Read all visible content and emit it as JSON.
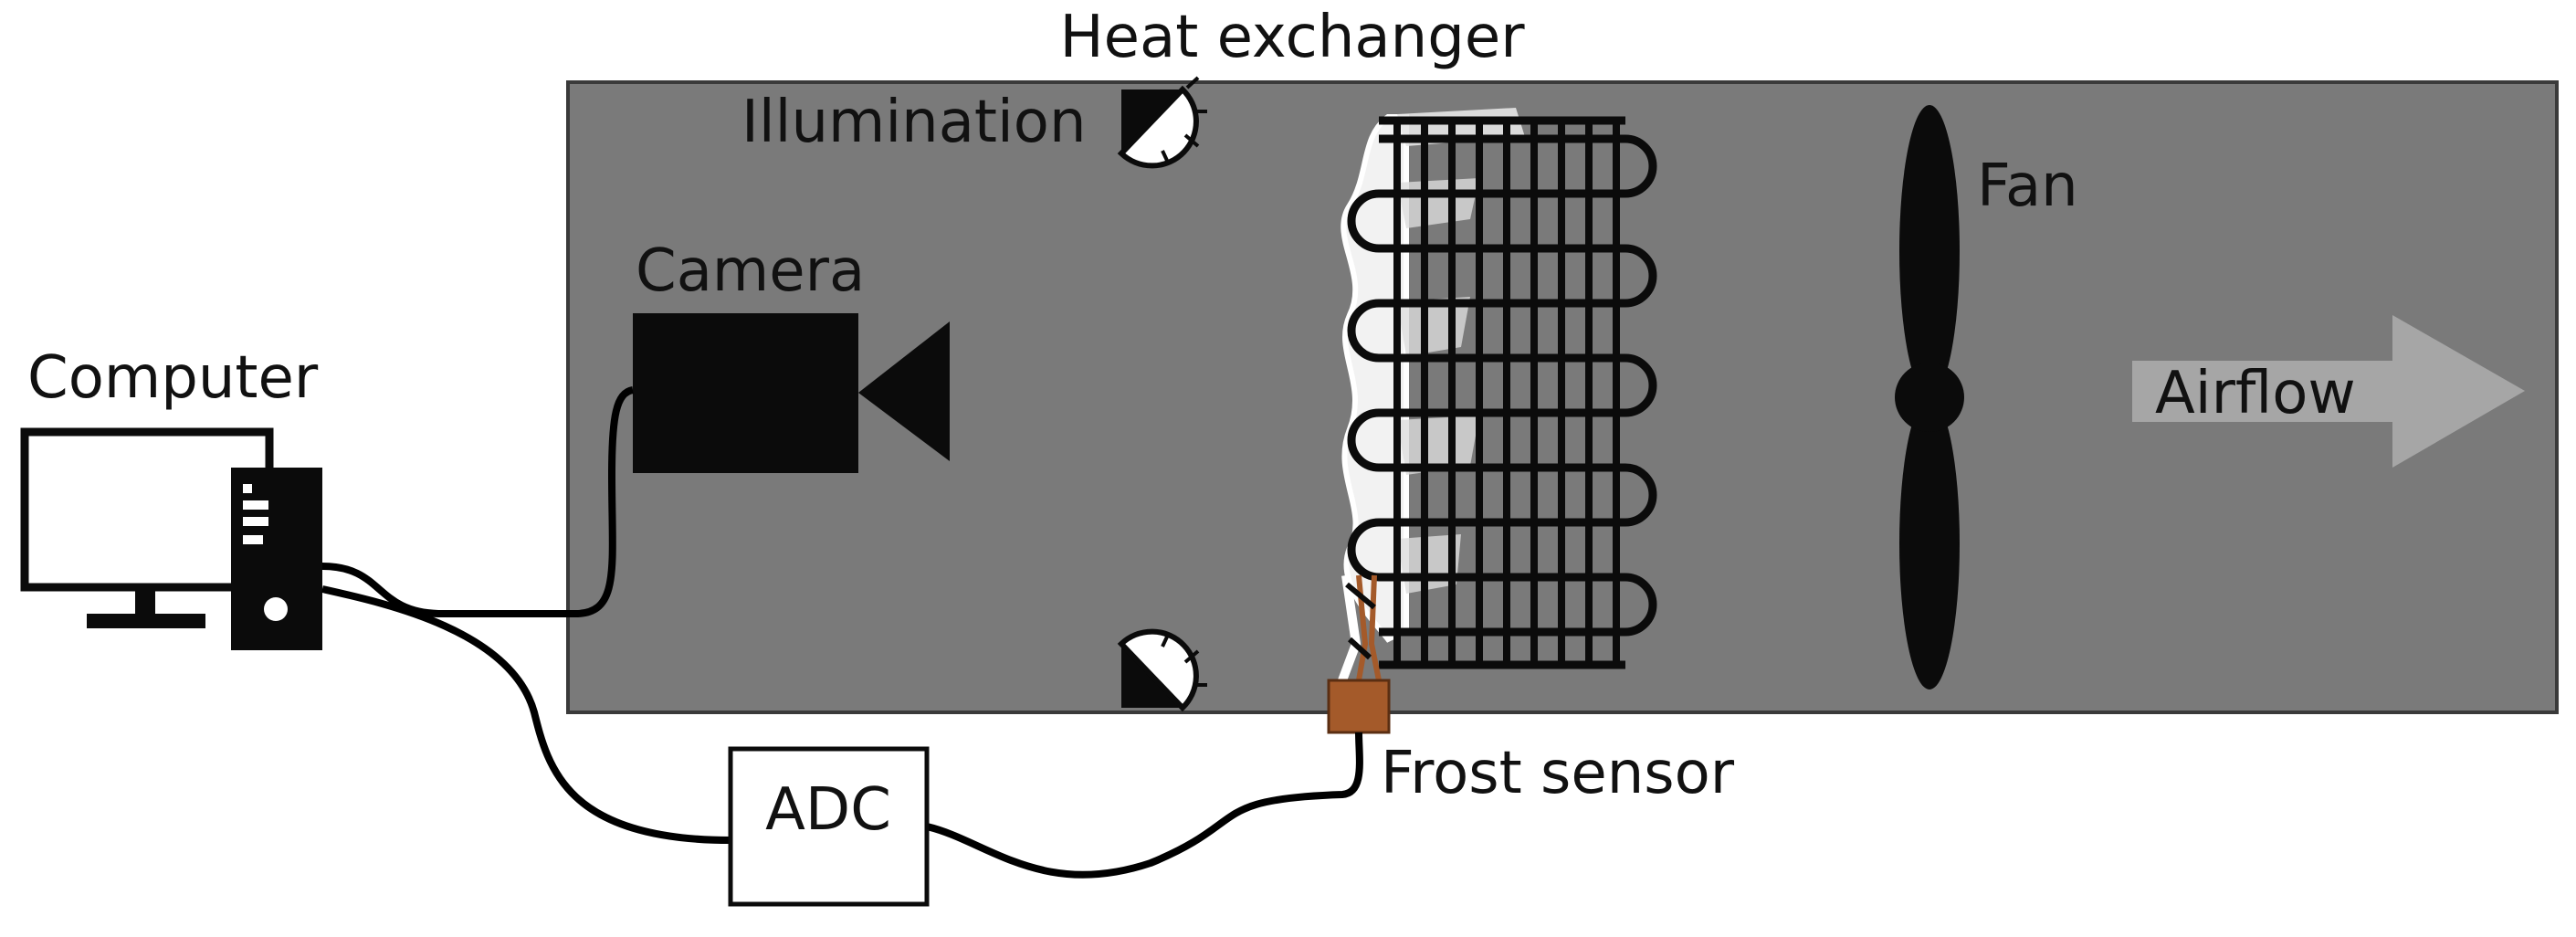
{
  "labels": {
    "heat_exchanger": "Heat exchanger",
    "illumination": "Illumination",
    "camera": "Camera",
    "fan": "Fan",
    "airflow": "Airflow",
    "computer": "Computer",
    "adc": "ADC",
    "frost_sensor": "Frost sensor"
  },
  "colors": {
    "duct": "#7a7a7a",
    "duct_border": "#3a3a3a",
    "device": "#0b0b0b",
    "airflow_arrow": "#a6a6a6",
    "frost": "#f2f2f2",
    "sensor": "#a45a2a",
    "cable": "#000000"
  },
  "icons": {
    "camera": "camera-icon",
    "illumination": "lamp-icon",
    "fan": "fan-icon",
    "computer": "computer-icon",
    "sensor": "frost-sensor-icon"
  }
}
